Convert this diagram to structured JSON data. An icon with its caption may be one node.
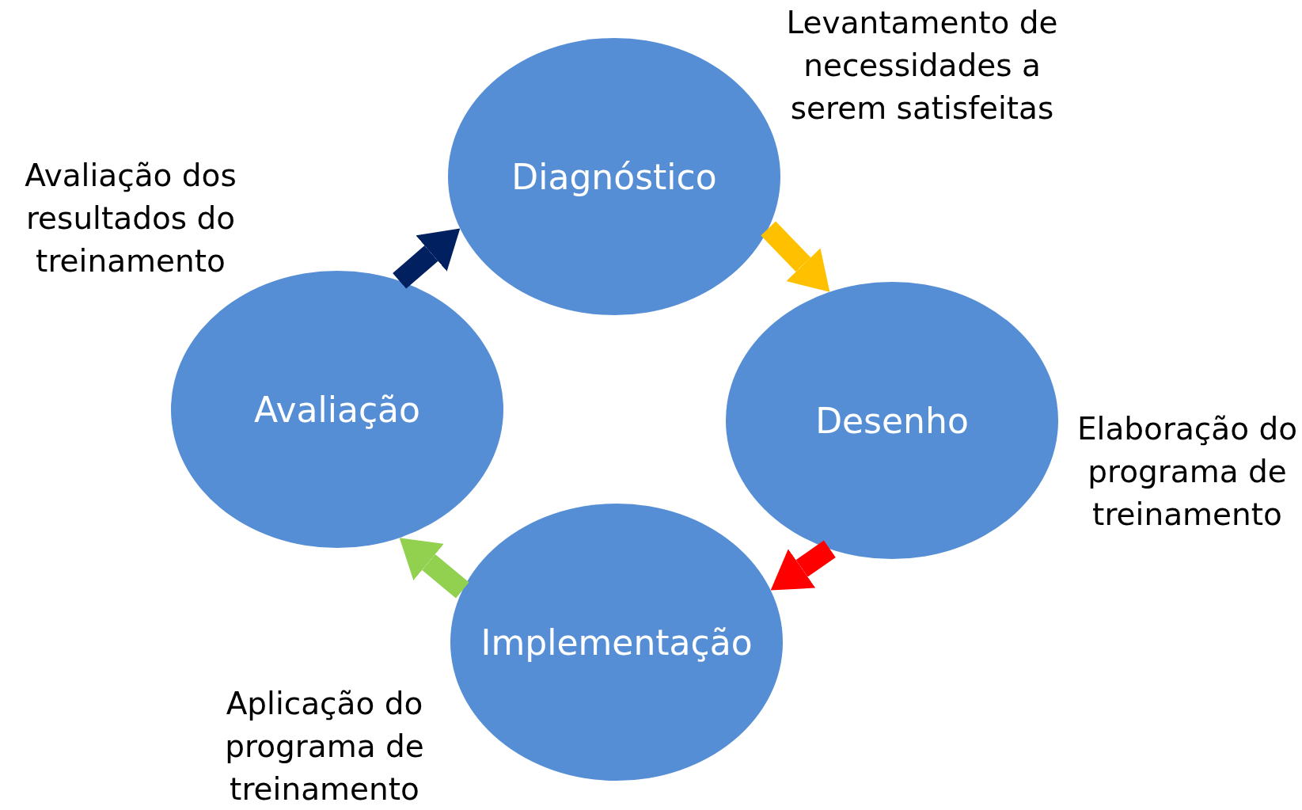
{
  "diagram": {
    "nodes": [
      {
        "text": [
          "Diagnóstico"
        ],
        "beside": [
          "Levantamento de necessidades a serem satisfeitas"
        ]
      },
      {
        "text": [
          "Desenho"
        ],
        "beside": [
          "Elaboração do programa de treinamento"
        ]
      },
      {
        "text": [
          "Implementação"
        ],
        "beside": [
          "Aplicação do programa de treinamento"
        ]
      },
      {
        "text": [
          "Avaliação"
        ],
        "beside": [
          "Avaliação dos resultados do treinamento"
        ]
      }
    ],
    "edges": [
      {
        "from": 0,
        "to": 1,
        "arrow": "to",
        "color": "#ffc000"
      },
      {
        "from": 1,
        "to": 2,
        "arrow": "to",
        "color": "#ff0000"
      },
      {
        "from": 2,
        "to": 3,
        "arrow": "to",
        "color": "#92d050"
      },
      {
        "from": 3,
        "to": 0,
        "arrow": "to",
        "color": "#002060"
      }
    ]
  }
}
